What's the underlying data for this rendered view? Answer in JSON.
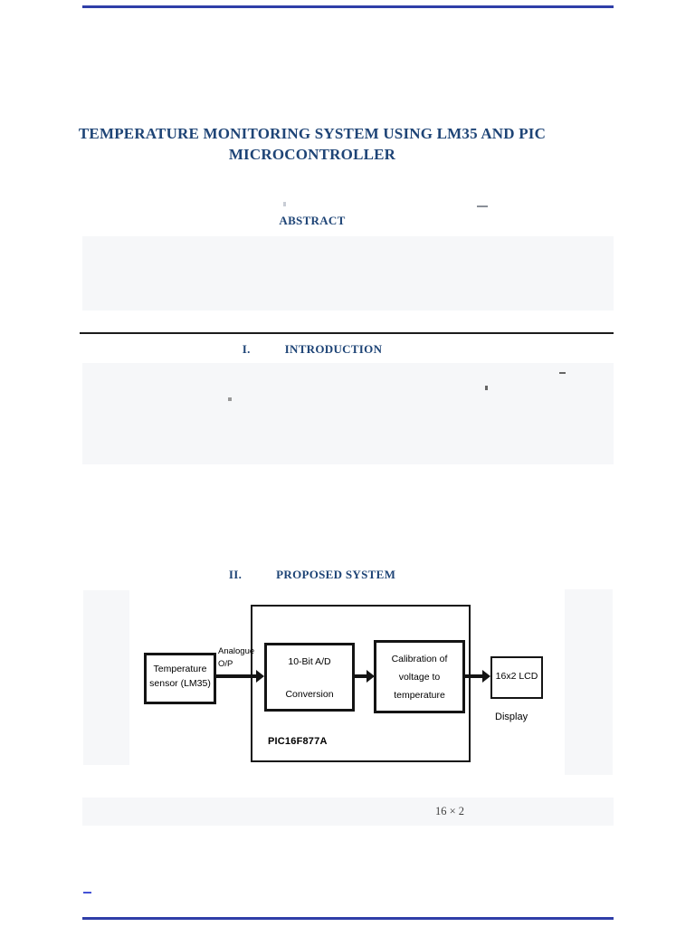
{
  "page": {
    "title": "TEMPERATURE MONITORING SYSTEM USING LM35 AND PIC MICROCONTROLLER",
    "headings": {
      "abstract": "ABSTRACT",
      "intro_numeral": "I.",
      "intro": "INTRODUCTION",
      "proposed_numeral": "II.",
      "proposed": "PROPOSED SYSTEM"
    },
    "figure_caption": "16 × 2",
    "colors": {
      "heading_blue": "#1e4476",
      "block_gray": "#f6f7f9",
      "page_edge_blue": "#2f3ea8",
      "diagram_line": "#141414",
      "link_blue": "#4453d6"
    }
  },
  "diagram": {
    "temp_sensor": "Temperature sensor (LM35)",
    "analogue_label": "Analogue O/P",
    "adc_lines": [
      "10-Bit A/D",
      "Conversion"
    ],
    "calibration_lines": [
      "Calibration of",
      "voltage to",
      "temperature"
    ],
    "lcd": "16x2 LCD",
    "display_label": "Display",
    "mcu_label": "PIC16F877A"
  }
}
